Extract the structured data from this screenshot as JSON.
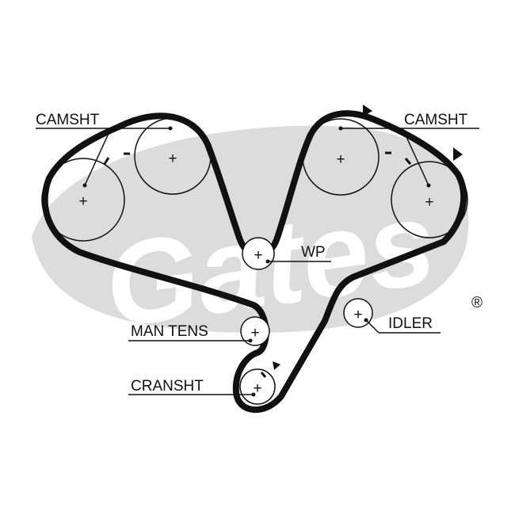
{
  "diagram": {
    "watermark": "Gates",
    "registered_mark": "®",
    "labels": {
      "camshaft_left": "CAMSHT",
      "camshaft_right": "CAMSHT",
      "water_pump": "WP",
      "manual_tensioner": "MAN TENS",
      "idler": "IDLER",
      "crankshaft": "CRANSHT"
    },
    "pulley_symbol": "+",
    "colors": {
      "line": "#111111",
      "watermark": "#dcdcdc",
      "background": "#ffffff"
    }
  }
}
